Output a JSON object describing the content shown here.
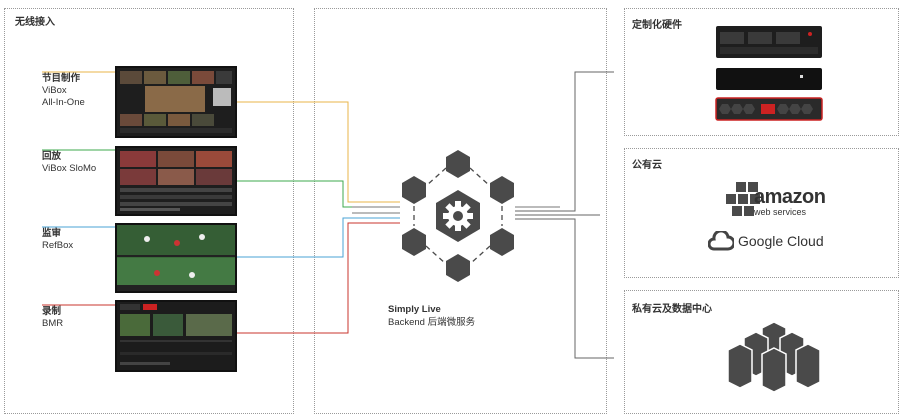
{
  "zones": {
    "wireless": "无线接入",
    "custom_hw": "定制化硬件",
    "public_cloud": "公有云",
    "private_cloud": "私有云及数据中心"
  },
  "sources": [
    {
      "title": "节目制作",
      "sub1": "ViBox",
      "sub2": "All-In-One",
      "color": "#e8b64a"
    },
    {
      "title": "回放",
      "sub1": "ViBox SloMo",
      "sub2": "",
      "color": "#3caa4e"
    },
    {
      "title": "监审",
      "sub1": "RefBox",
      "sub2": "",
      "color": "#4aa3d6"
    },
    {
      "title": "录制",
      "sub1": "BMR",
      "sub2": "",
      "color": "#c9352e"
    }
  ],
  "center": {
    "title": "Simply Live",
    "subtitle": "Backend 后端微服务"
  },
  "aws": {
    "line1": "amazon",
    "line2": "web services"
  },
  "gcloud": {
    "name": "Google Cloud"
  },
  "colors": {
    "hex": "#4a4a4a",
    "line": "#666666",
    "accent_red": "#cc2a2a"
  }
}
